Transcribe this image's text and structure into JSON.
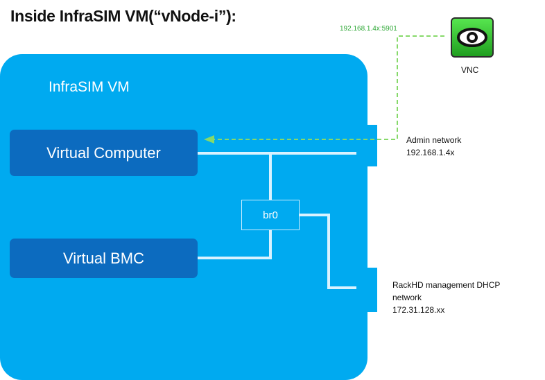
{
  "title": "Inside InfraSIM VM(“vNode-i”):",
  "vm": {
    "label": "InfraSIM VM",
    "virtual_computer": "Virtual Computer",
    "virtual_bmc": "Virtual BMC",
    "bridge": "br0"
  },
  "networks": {
    "admin": {
      "line1": "Admin network",
      "line2": "192.168.1.4x"
    },
    "rackhd": {
      "line1": "RackHD management DHCP",
      "line2": "network",
      "line3": "172.31.128.xx"
    }
  },
  "vnc": {
    "address": "192.168.1.4x:5901",
    "label": "VNC",
    "icon": "eye-icon"
  },
  "colors": {
    "vm_background": "#00aaf0",
    "virtual_box": "#0c6bbf",
    "vnc_dashed_line": "#86d96a",
    "address_text": "#2ea836"
  }
}
